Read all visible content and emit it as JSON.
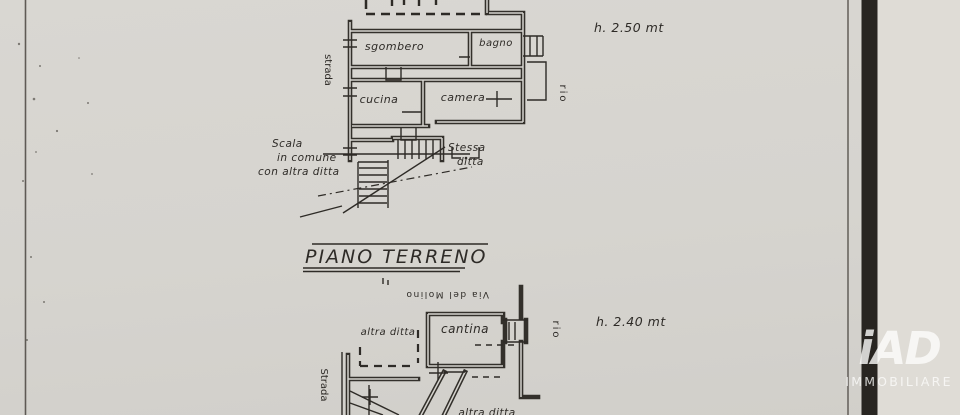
{
  "page": {
    "background": "#d6d4cf",
    "right_strip_background": "#dfdcd6",
    "ink_color": "#2e2b27"
  },
  "title": {
    "text": "PIANO TERRENO"
  },
  "upper_plan": {
    "height_note": "h. 2.50 mt",
    "street_label": "strada",
    "canal_label": "rio",
    "rooms": {
      "storage": "sgombero",
      "bathroom": "bagno",
      "kitchen": "cucina",
      "bedroom": "camera"
    },
    "stair_note_line1": "Scala",
    "stair_note_line2": "in comune",
    "stair_note_line3": "con altra ditta",
    "same_firm_line1": "Stessa",
    "same_firm_line2": "ditta"
  },
  "lower_plan": {
    "height_note": "h. 2.40 mt",
    "street_label": "Strada",
    "canal_label": "rio",
    "rooms": {
      "other_firm": "altra ditta",
      "cellar": "cantina"
    },
    "rotated_street_note": "Via del Molino",
    "bottom_cut_note": "altra ditta"
  },
  "watermark": {
    "brand": "iAD",
    "subtitle": "IMMOBILIARE"
  }
}
